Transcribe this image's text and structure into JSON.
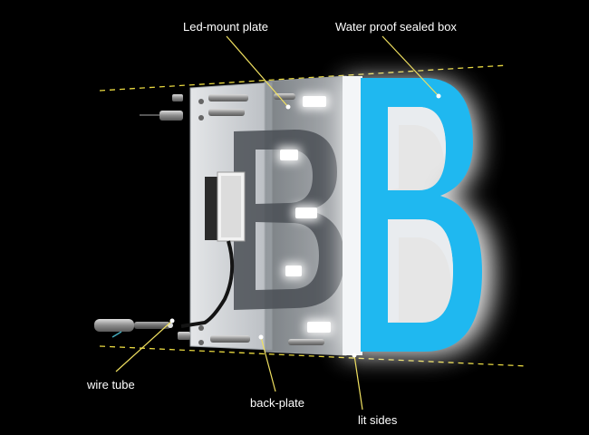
{
  "labels": {
    "led_mount_plate": "Led-mount plate",
    "waterproof_box": "Water proof sealed box",
    "wire_tube": "wire tube",
    "back_plate": "back-plate",
    "lit_sides": "lit sides"
  },
  "letter": {
    "text": "B",
    "face_color": "#1fb8f0"
  },
  "colors": {
    "background": "#000000",
    "guide_lines": "#e8d840",
    "leader_lines": "#f0e060",
    "label_text": "#ffffff",
    "led_glow": "#ffffff"
  }
}
